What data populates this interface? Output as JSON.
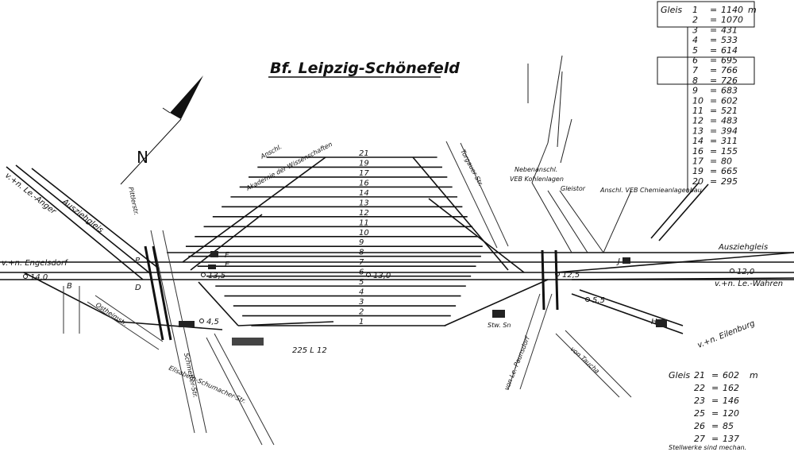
{
  "title": "Bf. Leipzig-Schönefeld",
  "north_label": "N",
  "note": "Stellwerke sind mechan.",
  "table_top": {
    "header": "Gleis",
    "rows": [
      {
        "gleis": "1",
        "length": "1140",
        "unit": "m"
      },
      {
        "gleis": "2",
        "length": "1070",
        "unit": ""
      },
      {
        "gleis": "3",
        "length": "431",
        "unit": ""
      },
      {
        "gleis": "4",
        "length": "533",
        "unit": ""
      },
      {
        "gleis": "5",
        "length": "614",
        "unit": ""
      },
      {
        "gleis": "6",
        "length": "695",
        "unit": ""
      },
      {
        "gleis": "7",
        "length": "766",
        "unit": ""
      },
      {
        "gleis": "8",
        "length": "726",
        "unit": ""
      },
      {
        "gleis": "9",
        "length": "683",
        "unit": ""
      },
      {
        "gleis": "10",
        "length": "602",
        "unit": ""
      },
      {
        "gleis": "11",
        "length": "521",
        "unit": ""
      },
      {
        "gleis": "12",
        "length": "483",
        "unit": ""
      },
      {
        "gleis": "13",
        "length": "394",
        "unit": ""
      },
      {
        "gleis": "14",
        "length": "311",
        "unit": ""
      },
      {
        "gleis": "16",
        "length": "155",
        "unit": ""
      },
      {
        "gleis": "17",
        "length": "80",
        "unit": ""
      },
      {
        "gleis": "19",
        "length": "665",
        "unit": ""
      },
      {
        "gleis": "20",
        "length": "295",
        "unit": ""
      }
    ]
  },
  "table_bottom": {
    "header": "Gleis",
    "rows": [
      {
        "gleis": "21",
        "length": "602",
        "unit": "m"
      },
      {
        "gleis": "22",
        "length": "162",
        "unit": ""
      },
      {
        "gleis": "23",
        "length": "146",
        "unit": ""
      },
      {
        "gleis": "25",
        "length": "120",
        "unit": ""
      },
      {
        "gleis": "26",
        "length": "85",
        "unit": ""
      },
      {
        "gleis": "27",
        "length": "137",
        "unit": ""
      }
    ]
  },
  "track_numbers": [
    "21",
    "19",
    "17",
    "16",
    "14",
    "13",
    "12",
    "11",
    "10",
    "9",
    "8",
    "7",
    "6",
    "5",
    "4",
    "3",
    "2",
    "1"
  ],
  "labels": {
    "from_engelsdorf": "v.+n. Engelsdorf",
    "from_leipzig_wahren": "v.+n. Le.-Wahren",
    "from_eilenburg": "v.+n. Eilenburg",
    "from_leipzig_anger": "v.+n. Le.-Anger",
    "from_le_paunsdorf": "von Le.-Paunsdorf",
    "from_taucha": "von Taucha",
    "auszieh_left": "Ausziehgleis",
    "auszieh_right": "Ausziehgleis",
    "akademie": "Akademie der Wissenschaften",
    "anschl": "Anschl.",
    "anschl_veb_chem": "Anschl. VEB Chemieanlagenbau",
    "nebenanschl_kohle": "VEB Kohlenlagen",
    "nebenanschl": "Nebenanschl.",
    "gleistor": "Gleistor",
    "ostheimstr": "Ostheimstr.",
    "pitzsche": "Pittlerstr.",
    "schmetter": "Schmetter-Str.",
    "elisabeth": "Elisabeth-Schumacher-Str.",
    "torgauer": "Torgauer Str.",
    "stw_sn": "Stw. Sn",
    "len_225": "225 L 12",
    "ps_d": "D",
    "ps_b": "B",
    "ps_p": "P",
    "ps_f": "F",
    "ps_e": "E",
    "ps_j": "J",
    "ps_h": "H",
    "km_140": "14,0",
    "km_135": "13,5",
    "km_130": "13,0",
    "km_125": "12,5",
    "km_120": "12,0",
    "km_55": "5,5",
    "km_45": "4,5"
  }
}
